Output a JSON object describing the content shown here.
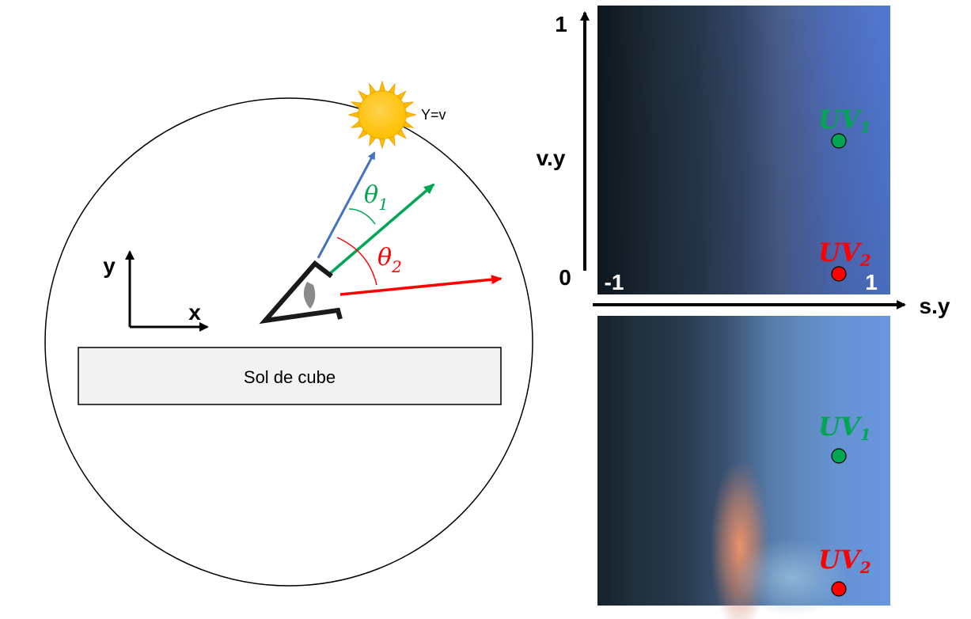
{
  "scene": {
    "sun_label": "Y=v",
    "axis_y_label": "y",
    "axis_x_label": "x",
    "ground_label": "Sol de cube",
    "angle1_label": "θ",
    "angle1_sub": "1",
    "angle2_label": "θ",
    "angle2_sub": "2",
    "colors": {
      "sun": "#FFC000",
      "blue_arrow": "#4472C4",
      "green_arrow": "#00A651",
      "red_arrow": "#FF0000",
      "ground_fill": "#F2F2F2"
    }
  },
  "lut": {
    "v_axis_label": "v.y",
    "s_axis_label": "s.y",
    "v_top_tick": "1",
    "v_bottom_tick": "0",
    "s_left_tick": "-1",
    "s_right_tick": "1",
    "uv_label": "UV",
    "uv1_sub": "1",
    "uv2_sub": "2"
  }
}
